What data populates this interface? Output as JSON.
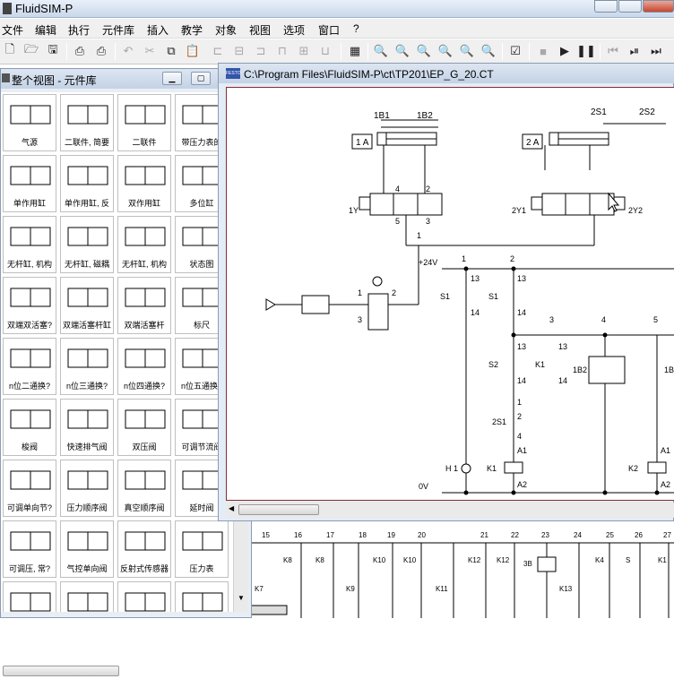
{
  "app": {
    "title": "FluidSIM-P"
  },
  "menu": [
    "文件",
    "编辑",
    "执行",
    "元件库",
    "插入",
    "教学",
    "对象",
    "视图",
    "选项",
    "窗口",
    "?"
  ],
  "toolbar": {
    "icons": [
      "new-icon",
      "open-icon",
      "save-icon",
      "preview-icon",
      "print-icon",
      "undo-icon",
      "cut-icon",
      "copy-icon",
      "paste-icon",
      "align-left-icon",
      "align-center-icon",
      "align-right-icon",
      "align-top-icon",
      "align-middle-icon",
      "align-bottom-icon",
      "grid-icon",
      "zoom-fit-icon",
      "zoom-window-icon",
      "zoom-page-icon",
      "zoom-area-icon",
      "zoom-in-icon",
      "zoom-out-icon",
      "check-icon",
      "stop-icon",
      "play-icon",
      "pause-icon",
      "rewind-icon",
      "step-icon",
      "forward-icon"
    ]
  },
  "library": {
    "title": "整个视图 - 元件库",
    "items": [
      {
        "label": "气源",
        "icon": "air-supply-icon"
      },
      {
        "label": "二联件, 简要",
        "icon": "service-unit-simple-icon"
      },
      {
        "label": "二联件",
        "icon": "service-unit-icon"
      },
      {
        "label": "带压力表的",
        "icon": "pressure-gauge-unit-icon"
      },
      {
        "label": "单作用缸",
        "icon": "single-acting-cylinder-icon"
      },
      {
        "label": "单作用缸, 反",
        "icon": "single-acting-cylinder-reverse-icon"
      },
      {
        "label": "双作用缸",
        "icon": "double-acting-cylinder-icon"
      },
      {
        "label": "多位缸",
        "icon": "multi-position-cylinder-icon"
      },
      {
        "label": "无杆缸, 机构",
        "icon": "rodless-cylinder-mech-icon"
      },
      {
        "label": "无杆缸, 磁耦",
        "icon": "rodless-cylinder-magnetic-icon"
      },
      {
        "label": "无杆缸, 机构",
        "icon": "rodless-cylinder-icon"
      },
      {
        "label": "状态图",
        "icon": "state-diagram-icon"
      },
      {
        "label": "双端双活塞?",
        "icon": "double-end-piston-icon"
      },
      {
        "label": "双端活塞杆缸",
        "icon": "double-rod-cylinder-icon"
      },
      {
        "label": "双端活塞杆",
        "icon": "double-piston-rod-icon"
      },
      {
        "label": "标尺",
        "icon": "ruler-icon"
      },
      {
        "label": "n位二通换?",
        "icon": "two-way-valve-icon"
      },
      {
        "label": "n位三通换?",
        "icon": "three-way-valve-icon"
      },
      {
        "label": "n位四通换?",
        "icon": "four-way-valve-icon"
      },
      {
        "label": "n位五通换?",
        "icon": "five-way-valve-icon"
      },
      {
        "label": "梭阀",
        "icon": "check-valve-icon"
      },
      {
        "label": "快速排气阀",
        "icon": "quick-exhaust-valve-icon"
      },
      {
        "label": "双压阀",
        "icon": "dual-pressure-valve-icon"
      },
      {
        "label": "可调节流阀",
        "icon": "throttle-valve-icon"
      },
      {
        "label": "可调单向节?",
        "icon": "one-way-flow-control-icon"
      },
      {
        "label": "压力顺序阀",
        "icon": "pressure-sequence-valve-icon"
      },
      {
        "label": "真空顺序阀",
        "icon": "vacuum-sequence-valve-icon"
      },
      {
        "label": "延时阀",
        "icon": "time-delay-valve-icon"
      },
      {
        "label": "可调压, 常?",
        "icon": "pressure-regulator-icon"
      },
      {
        "label": "气控单向阀",
        "icon": "pilot-check-valve-icon"
      },
      {
        "label": "反射式传感器",
        "icon": "reflex-sensor-icon"
      },
      {
        "label": "压力表",
        "icon": "pressure-gauge-icon"
      },
      {
        "label": "",
        "icon": "component-icon"
      },
      {
        "label": "",
        "icon": "component-icon"
      },
      {
        "label": "",
        "icon": "component-icon"
      },
      {
        "label": "",
        "icon": "component-icon"
      }
    ]
  },
  "circuit": {
    "title": "C:\\Program Files\\FluidSIM-P\\ct\\TP201\\EP_G_20.CT",
    "labels": {
      "c1": "1 A",
      "c2": "2 A",
      "s1b1": "1B1",
      "s1b2": "1B2",
      "s2s1": "2S1",
      "s2s2": "2S2",
      "v1": "1Y",
      "v2l": "2Y1",
      "v2r": "2Y2",
      "p4": "4",
      "p2": "2",
      "p5": "5",
      "p3": "3",
      "p1": "1",
      "vplus": "+24V",
      "zero": "0V",
      "s1": "S1",
      "s2": "S2",
      "k1": "K1",
      "k2": "K2",
      "h1": "H 1",
      "b2": "1B2",
      "b1": "1B1",
      "as1": "2S1",
      "a1": "A1",
      "a2": "A2",
      "n13": "13",
      "n14": "14",
      "col1": "1",
      "col2": "2",
      "col3": "3",
      "col4": "4",
      "col5": "5",
      "n1": "1",
      "n2": "2",
      "n4": "4"
    }
  },
  "background": {
    "cols": [
      "15",
      "16",
      "17",
      "18",
      "19",
      "20",
      "21",
      "22",
      "23",
      "24",
      "25",
      "26",
      "27"
    ],
    "relays": [
      "K8",
      "K8",
      "K10",
      "K10",
      "K12",
      "K12",
      "3B",
      "K4",
      "S",
      "K9",
      "K11",
      "K13",
      "K7",
      "K1"
    ]
  }
}
